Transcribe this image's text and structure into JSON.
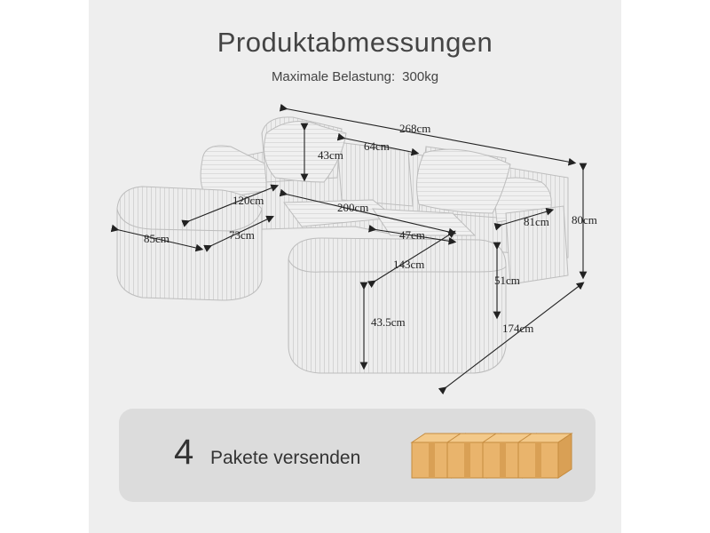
{
  "header": {
    "title": "Produktabmessungen",
    "load_label": "Maximale Belastung:",
    "load_value": "300kg"
  },
  "dimensions": {
    "total_width": "268cm",
    "pillow_height": "43cm",
    "pillow_width": "64cm",
    "ottoman_length": "120cm",
    "seat_width": "200cm",
    "seat_depth": "47cm",
    "chaise_depth": "81cm",
    "back_height": "80cm",
    "ottoman_width": "85cm",
    "ottoman_depth": "73cm",
    "chaise_length": "143cm",
    "armrest_height": "51cm",
    "seat_height": "43.5cm",
    "total_depth": "174cm"
  },
  "packages": {
    "count": "4",
    "label": "Pakete versenden"
  },
  "colors": {
    "background": "#eeeeee",
    "panel": "#dcdcdc",
    "box": "#e9b46c"
  }
}
